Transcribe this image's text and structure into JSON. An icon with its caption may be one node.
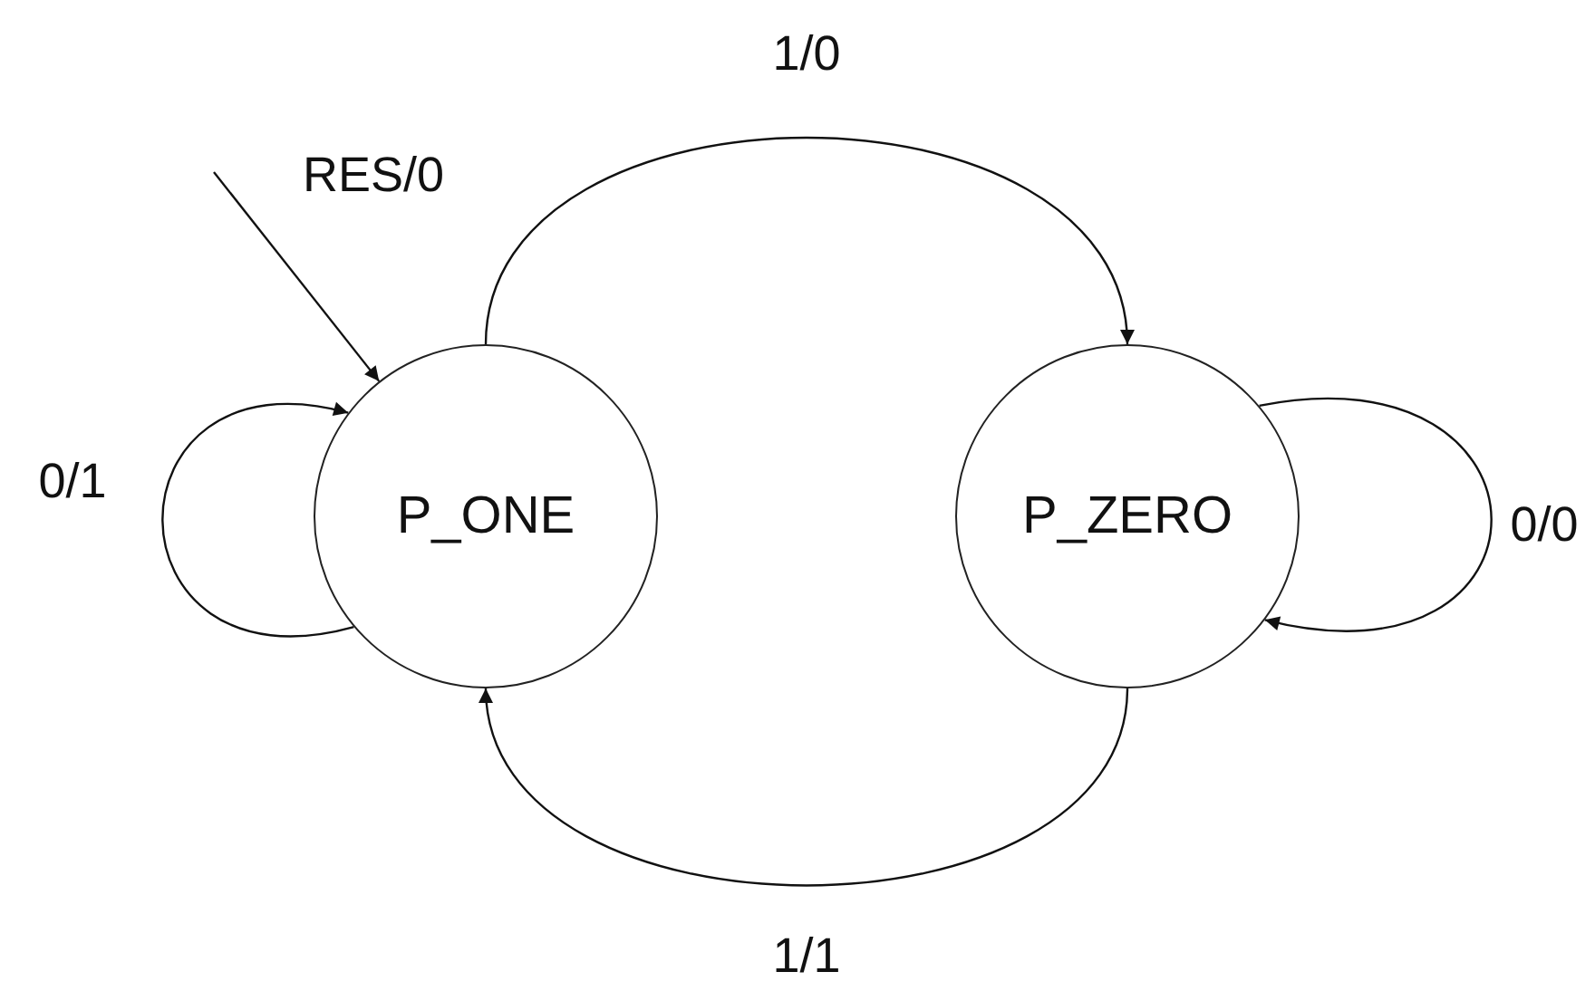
{
  "diagram": {
    "nodes": [
      {
        "text": [
          "P_ONE"
        ]
      },
      {
        "text": [
          "P_ZERO"
        ]
      }
    ],
    "edges": [
      {
        "from": null,
        "to": 0,
        "arrow": "to",
        "label": "RES/0"
      },
      {
        "from": 0,
        "to": 0,
        "arrow": "to",
        "label": "0/1"
      },
      {
        "from": 0,
        "to": 1,
        "arrow": "to",
        "label": "1/0"
      },
      {
        "from": 1,
        "to": 1,
        "arrow": "to",
        "label": "0/0"
      },
      {
        "from": 1,
        "to": 0,
        "arrow": "to",
        "label": "1/1"
      }
    ]
  }
}
